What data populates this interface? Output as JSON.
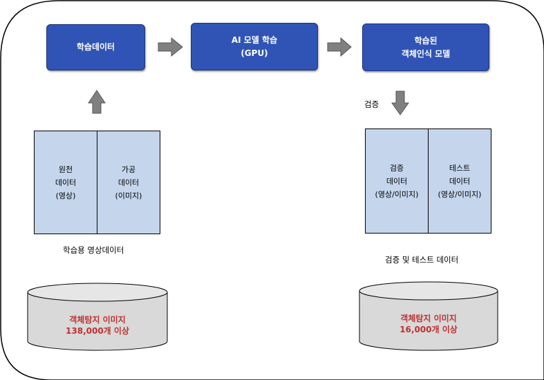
{
  "nodes": {
    "training_data": "학습데이터",
    "ai_training": [
      "AI 모델 학습",
      "(GPU)"
    ],
    "trained_model": [
      "학습된",
      "객체인식 모델"
    ]
  },
  "verify_label": "검증",
  "train_panels": {
    "raw": [
      "원천",
      "데이터",
      "(영상)"
    ],
    "processed": [
      "가공",
      "데이터",
      "(이미지)"
    ],
    "caption": "학습용 영상데이터"
  },
  "test_panels": {
    "validation": [
      "검증",
      "데이터",
      "(영상/이미지)"
    ],
    "test": [
      "테스트",
      "데이터",
      "(영상/이미지)"
    ],
    "caption": "검증 및 테스트 데이터"
  },
  "databases": {
    "train": [
      "객체탐지 이미지",
      "138,000개 이상"
    ],
    "test": [
      "객체탐지 이미지",
      "16,000개 이상"
    ]
  },
  "colors": {
    "node_fill": "#2f54b5",
    "panel_fill": "#c4d5ec",
    "arrow_fill": "#808080",
    "db_fill": "#d9d9d9",
    "db_text": "#c03030"
  }
}
